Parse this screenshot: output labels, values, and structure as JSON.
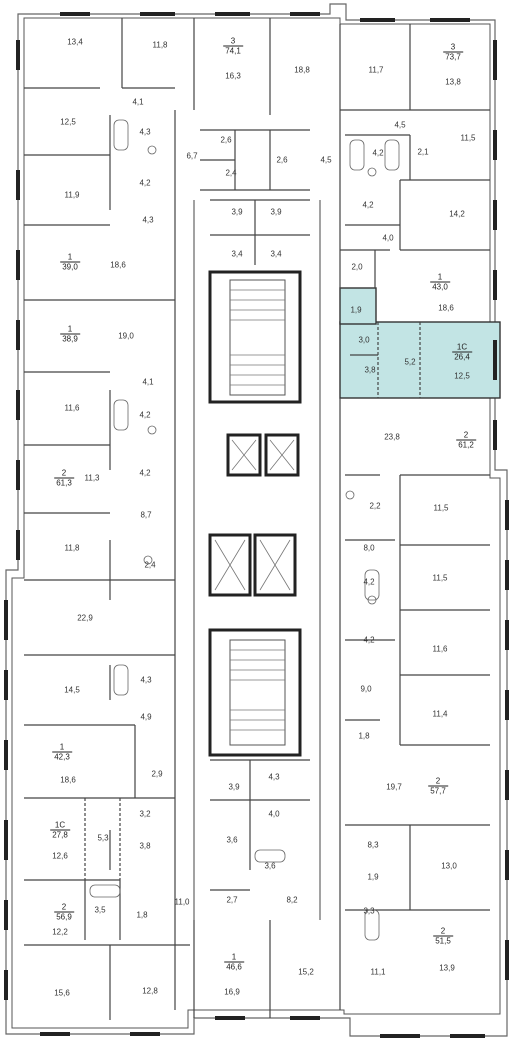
{
  "highlight_color": "#c2e4e4",
  "wall_color": "#333333",
  "apartments": [
    {
      "id": "apt-top-3",
      "rooms": "3",
      "total": "74,1"
    },
    {
      "id": "apt-top-right-3",
      "rooms": "3",
      "total": "73,7"
    },
    {
      "id": "apt-left-1-a",
      "rooms": "1",
      "total": "39,0"
    },
    {
      "id": "apt-right-1",
      "rooms": "1",
      "total": "43,0"
    },
    {
      "id": "apt-left-1-b",
      "rooms": "1",
      "total": "38,9"
    },
    {
      "id": "apt-highlight-1c",
      "rooms": "1С",
      "total": "26,4"
    },
    {
      "id": "apt-right-2-a",
      "rooms": "2",
      "total": "61,2"
    },
    {
      "id": "apt-left-2-a",
      "rooms": "2",
      "total": "61,3"
    },
    {
      "id": "apt-left-1-c",
      "rooms": "1",
      "total": "42,3"
    },
    {
      "id": "apt-right-2-b",
      "rooms": "2",
      "total": "57,7"
    },
    {
      "id": "apt-left-1c",
      "rooms": "1С",
      "total": "27,8"
    },
    {
      "id": "apt-left-2-b",
      "rooms": "2",
      "total": "56,9"
    },
    {
      "id": "apt-right-2-c",
      "rooms": "2",
      "total": "51,5"
    },
    {
      "id": "apt-bottom-1",
      "rooms": "1",
      "total": "46,6"
    }
  ],
  "room_areas": [
    "13,4",
    "11,8",
    "16,3",
    "18,8",
    "11,7",
    "13,8",
    "4,1",
    "12,5",
    "4,3",
    "2,6",
    "2,6",
    "4,5",
    "11,5",
    "6,7",
    "4,2",
    "2,4",
    "4,5",
    "4,2",
    "2,1",
    "11,9",
    "3,9",
    "3,9",
    "4,2",
    "14,2",
    "4,3",
    "3,4",
    "3,4",
    "4,0",
    "18,6",
    "2,0",
    "18,6",
    "19,0",
    "1,9",
    "3,0",
    "5,2",
    "3,8",
    "12,5",
    "4,1",
    "23,8",
    "11,6",
    "4,2",
    "4,2",
    "11,3",
    "2,2",
    "11,5",
    "8,7",
    "8,0",
    "11,8",
    "2,4",
    "11,5",
    "4,2",
    "22,9",
    "4,2",
    "11,6",
    "14,5",
    "4,3",
    "9,0",
    "4,9",
    "11,4",
    "1,8",
    "18,6",
    "2,9",
    "19,7",
    "3,9",
    "4,3",
    "3,2",
    "4,0",
    "8,3",
    "13,0",
    "5,3",
    "3,8",
    "12,6",
    "3,6",
    "3,6",
    "1,9",
    "3,3",
    "3,5",
    "1,8",
    "11,0",
    "2,7",
    "8,2",
    "12,2",
    "13,9",
    "15,6",
    "12,8",
    "16,9",
    "15,2",
    "11,1"
  ]
}
